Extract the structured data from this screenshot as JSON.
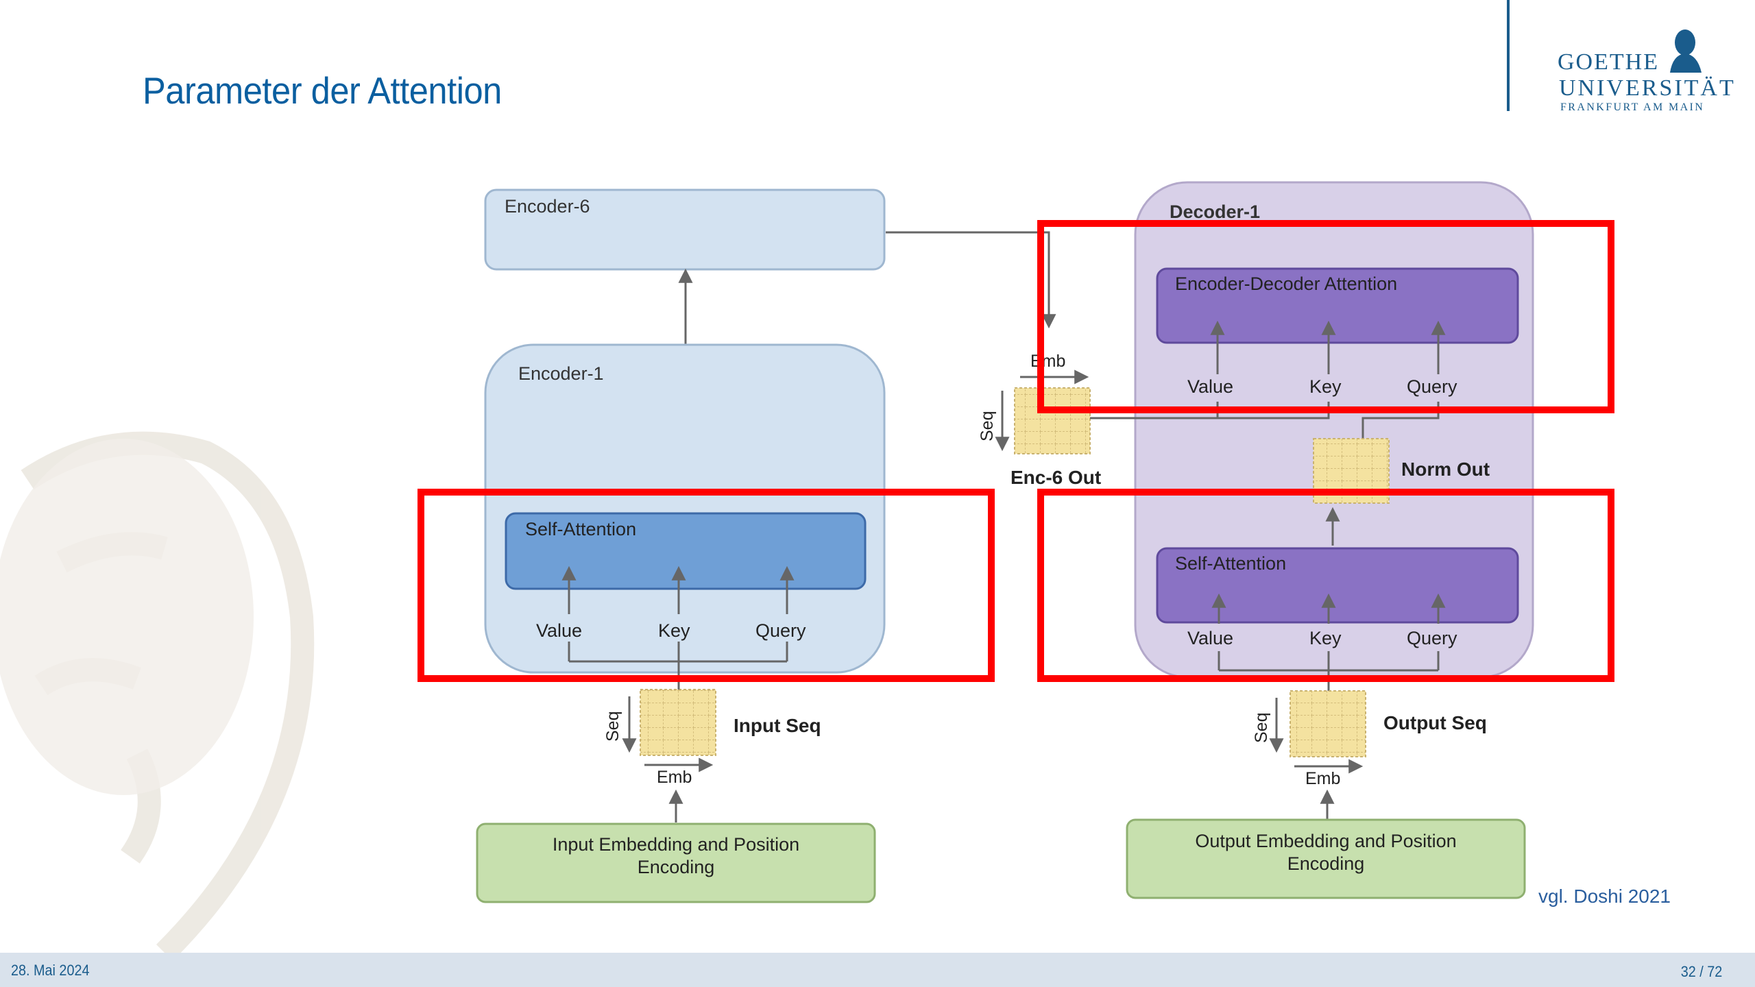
{
  "slide": {
    "title": "Parameter der Attention",
    "footer_date": "28. Mai 2024",
    "page_number": "32 / 72",
    "citation": "vgl. Doshi 2021"
  },
  "logo": {
    "line1": "GOETHE",
    "line2": "UNIVERSITÄT",
    "line3": "FRANKFURT AM MAIN"
  },
  "encoder": {
    "encoder6_label": "Encoder-6",
    "encoder1_label": "Encoder-1",
    "self_attention_label": "Self-Attention",
    "value_label": "Value",
    "key_label": "Key",
    "query_label": "Query",
    "input_seq_label": "Input Seq",
    "seq_label": "Seq",
    "emb_label": "Emb",
    "embedding_line1": "Input Embedding and Position",
    "embedding_line2": "Encoding"
  },
  "enc6_out": {
    "emb_label": "Emb",
    "seq_label": "Seq",
    "out_label": "Enc-6 Out"
  },
  "decoder": {
    "decoder1_label": "Decoder-1",
    "enc_dec_attention_label": "Encoder-Decoder Attention",
    "value_label": "Value",
    "key_label": "Key",
    "query_label": "Query",
    "norm_out_label": "Norm Out",
    "self_attention_label": "Self-Attention",
    "value2_label": "Value",
    "key2_label": "Key",
    "query2_label": "Query",
    "output_seq_label": "Output Seq",
    "seq_label": "Seq",
    "emb_label": "Emb",
    "embedding_line1": "Output Embedding and Position",
    "embedding_line2": "Encoding"
  },
  "colors": {
    "title_blue": "#0b5fa0",
    "highlight_red": "#ff0000",
    "encoder_fill": "#d3e2f1",
    "decoder_fill": "#d8d0e8",
    "self_attention_blue": "#6f9fd6",
    "attention_purple": "#8a72c4",
    "embedding_green": "#c7e0ae",
    "grid_yellow": "#f4e2a0"
  }
}
